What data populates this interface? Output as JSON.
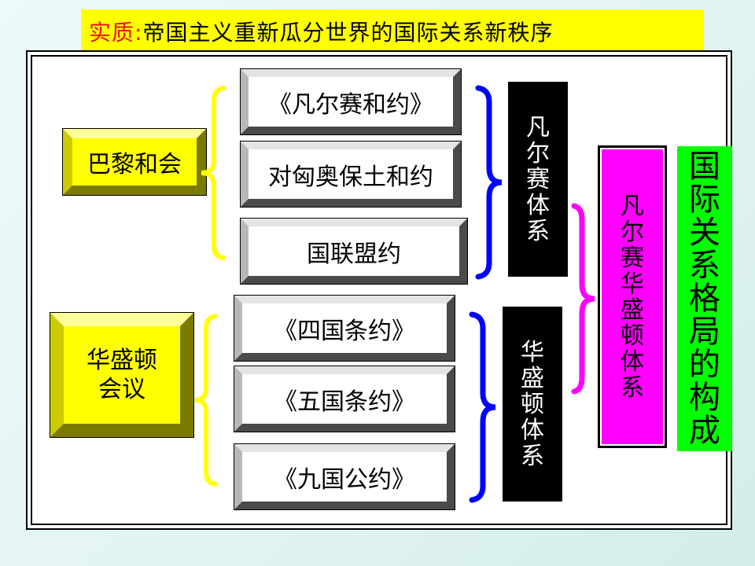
{
  "title": {
    "lead": "实质:",
    "text": "帝国主义重新瓜分世界的国际关系新秩序"
  },
  "conferences": {
    "paris": "巴黎和会",
    "washington_line1": "华盛顿",
    "washington_line2": "会议"
  },
  "treaties": {
    "versailles": "《凡尔赛和约》",
    "austria": "对匈奥保土和约",
    "league": "国联盟约",
    "four_power": "《四国条约》",
    "five_power": "《五国条约》",
    "nine_power": "《九国公约》"
  },
  "systems": {
    "versailles": [
      "凡",
      "尔",
      "赛",
      "体",
      "系"
    ],
    "washington": [
      "华",
      "盛",
      "顿",
      "体",
      "系"
    ],
    "versailles_washington": [
      "凡",
      "尔",
      "赛",
      "华",
      "盛",
      "顿",
      "体",
      "系"
    ],
    "international_pattern": [
      "国",
      "际",
      "关",
      "系",
      "格",
      "局",
      "的",
      "构",
      "成"
    ]
  },
  "colors": {
    "title_bg": "#ffff00",
    "title_lead": "#ee1111",
    "conference_bg": "#ffff00",
    "yellow_brace": "#ffff00",
    "blue_brace": "#0000ff",
    "magenta_brace": "#ff00ff",
    "system_box_bg": "#000000",
    "combined_box_bg": "#ff00ff",
    "pattern_box_bg": "#00ff00"
  }
}
